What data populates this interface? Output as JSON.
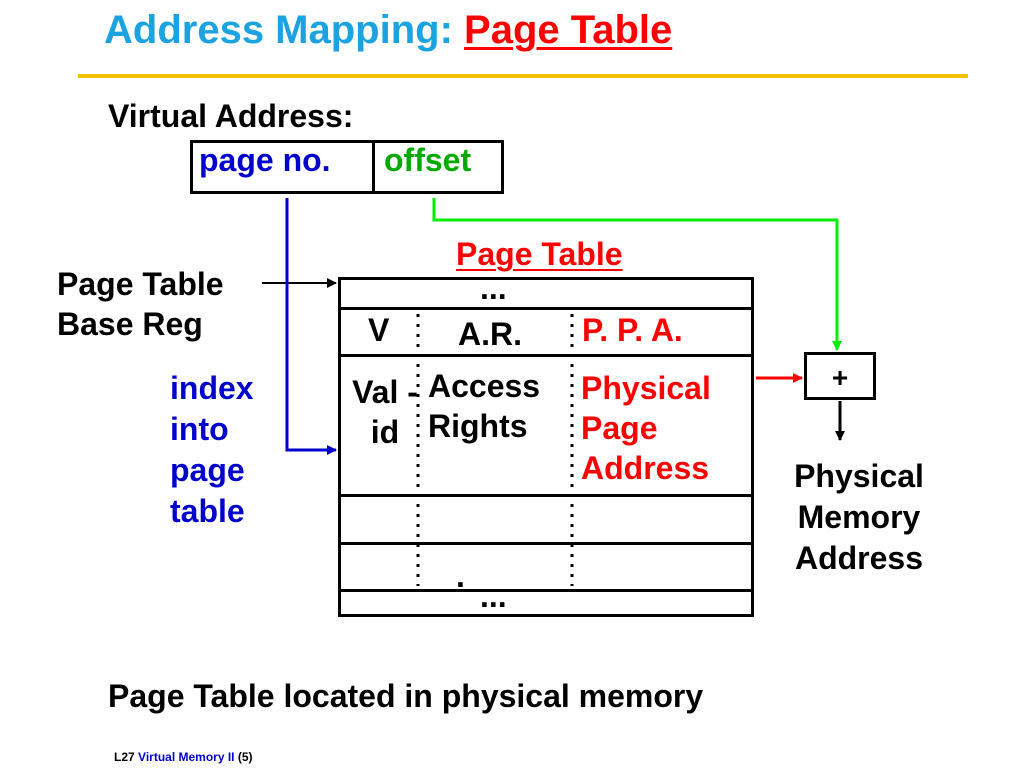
{
  "title": {
    "prefix": "Address Mapping:",
    "highlight": "Page Table"
  },
  "virtual_address": {
    "label": "Virtual Address:",
    "page_no": "page no.",
    "offset": "offset"
  },
  "page_table": {
    "title": "Page Table",
    "base_reg_label": "Page Table Base Reg",
    "index_label": "index into page table",
    "top_ellipsis": "...",
    "bottom_ellipsis": "...",
    "single_dot": ".",
    "headers": {
      "v": "V",
      "ar": "A.R.",
      "ppa": "P. P. A."
    },
    "row": {
      "valid": "Val -id",
      "access": "Access Rights",
      "physical": "Physical Page Address"
    }
  },
  "adder": {
    "symbol": "+"
  },
  "output_label": "Physical Memory Address",
  "bottom_note": "Page Table  located in physical memory",
  "footer": {
    "lecture": "L27",
    "topic": "Virtual Memory II",
    "page": "(5)"
  },
  "colors": {
    "title": "#1aa3e0",
    "highlight": "#ff0000",
    "rule": "#f2c200",
    "page_no": "#0000cc",
    "offset": "#00aa00",
    "green_wire": "#00ee00"
  }
}
